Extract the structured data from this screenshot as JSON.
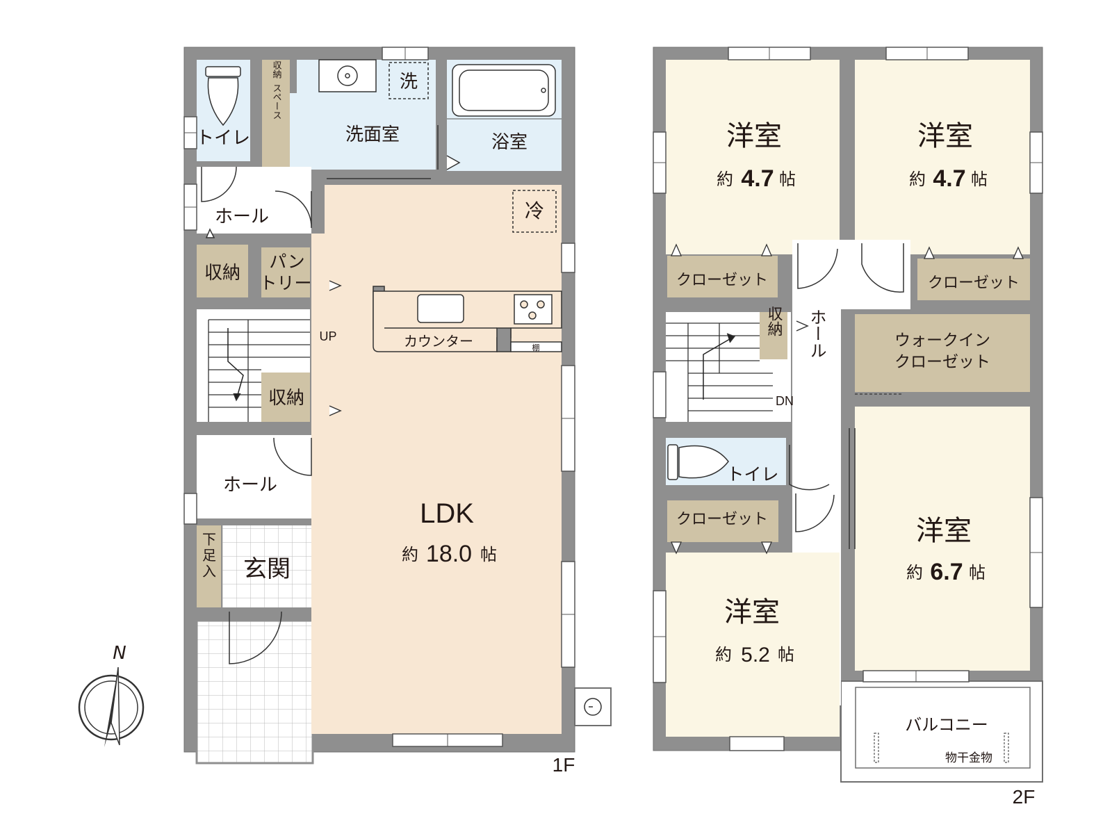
{
  "colors": {
    "wall": "#8f8f8f",
    "wall_stroke": "#6f6f6f",
    "ldk": "#f8e7d3",
    "bedroom": "#fbf6e4",
    "wet": "#e3f0f8",
    "storage": "#cfc3a6",
    "white": "#ffffff",
    "line": "#333333",
    "text": "#231815"
  },
  "floor1": {
    "label": "1F",
    "rooms": {
      "toilet": "トイレ",
      "storage_space_1": "収納",
      "storage_space_2": "スペース",
      "washroom": "洗面室",
      "washer": "洗",
      "bath": "浴室",
      "fridge": "冷",
      "hall_upper": "ホール",
      "storage_1": "収納",
      "pantry_1": "パン",
      "pantry_2": "トリー",
      "stairs_up": "UP",
      "counter": "カウンター",
      "shelf": "棚",
      "storage_2": "収納",
      "hall_lower": "ホール",
      "shoe_1": "下",
      "shoe_2": "足",
      "shoe_3": "入",
      "entrance": "玄関",
      "ldk_name": "LDK",
      "ldk_size_prefix": "約",
      "ldk_size_value": "18.0",
      "ldk_size_unit": "帖"
    }
  },
  "floor2": {
    "label": "2F",
    "rooms": {
      "bed_nw_name": "洋室",
      "bed_nw_prefix": "約",
      "bed_nw_value": "4.7",
      "bed_nw_unit": "帖",
      "bed_ne_name": "洋室",
      "bed_ne_prefix": "約",
      "bed_ne_value": "4.7",
      "bed_ne_unit": "帖",
      "closet_nw": "クローゼット",
      "closet_ne": "クローゼット",
      "storage": "収納",
      "hall": "ホール",
      "stairs_down": "DN",
      "wic_1": "ウォークイン",
      "wic_2": "クローゼット",
      "toilet": "トイレ",
      "closet_sw": "クローゼット",
      "bed_se_name": "洋室",
      "bed_se_prefix": "約",
      "bed_se_value": "6.7",
      "bed_se_unit": "帖",
      "bed_sw_name": "洋室",
      "bed_sw_prefix": "約",
      "bed_sw_value": "5.2",
      "bed_sw_unit": "帖",
      "balcony": "バルコニー",
      "drying_hardware": "物干金物"
    }
  },
  "compass": {
    "north": "N"
  },
  "icons": {
    "compass": "north-arrow-icon",
    "meter": "meter-icon"
  }
}
